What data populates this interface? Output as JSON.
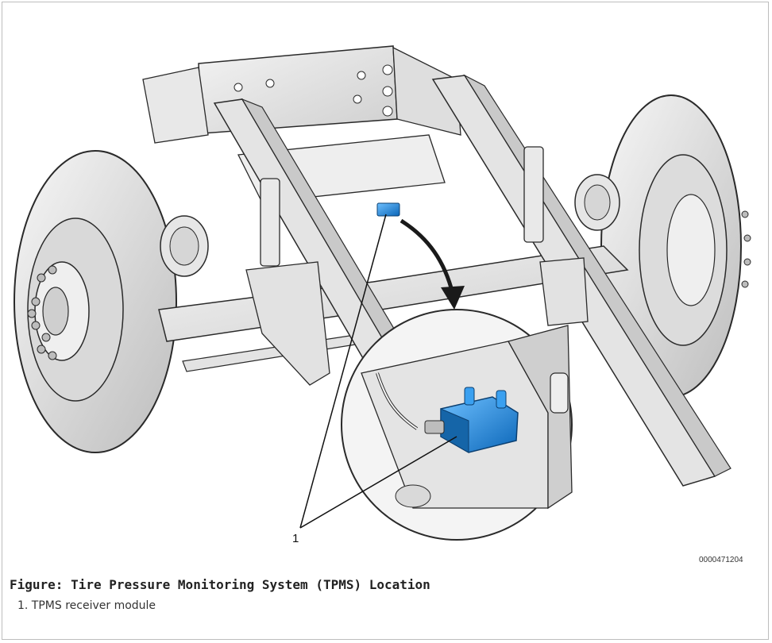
{
  "figure": {
    "id": "0000471204",
    "callout_number": "1",
    "title": "Figure: Tire Pressure Monitoring System (TPMS) Location",
    "legend": [
      {
        "label": "1. TPMS receiver module"
      }
    ]
  },
  "colors": {
    "module_blue": "#1e88d6",
    "line": "#2a2a2a",
    "metal": "#e9e9e9",
    "tire": "#d9d9d9"
  }
}
